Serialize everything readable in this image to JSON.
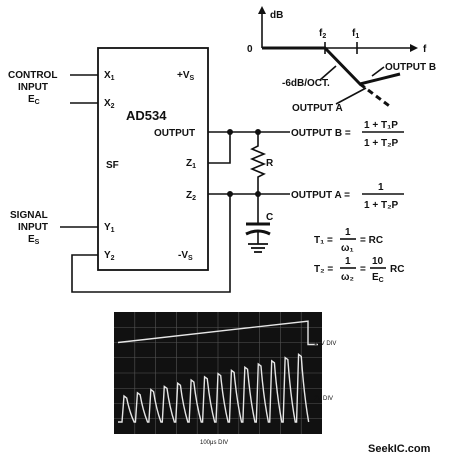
{
  "chip": {
    "name": "AD534",
    "pins": {
      "x1": "X",
      "x1_sub": "1",
      "x2": "X",
      "x2_sub": "2",
      "vs_pos": "+V",
      "vs_pos_sub": "S",
      "output": "OUTPUT",
      "sf": "SF",
      "z1": "Z",
      "z1_sub": "1",
      "z2": "Z",
      "z2_sub": "2",
      "y1": "Y",
      "y1_sub": "1",
      "y2": "Y",
      "y2_sub": "2",
      "vs_neg": "-V",
      "vs_neg_sub": "S"
    }
  },
  "inputs": {
    "control_line1": "CONTROL",
    "control_line2": "INPUT",
    "control_sym": "E",
    "control_sym_sub": "C",
    "signal_line1": "SIGNAL",
    "signal_line2": "INPUT",
    "signal_sym": "E",
    "signal_sym_sub": "S"
  },
  "components": {
    "resistor": "R",
    "capacitor": "C"
  },
  "outputs": {
    "b_label": "OUTPUT B =",
    "b_num": "1 + T₁P",
    "b_den": "1 + T₂P",
    "a_label": "OUTPUT A =",
    "a_num": "1",
    "a_den": "1 + T₂P"
  },
  "equations": {
    "t1_lhs": "T₁ =",
    "t1_num": "1",
    "t1_den": "ω₁",
    "t1_rhs": "= RC",
    "t2_lhs": "T₂ =",
    "t2_num": "1",
    "t2_den": "ω₂",
    "t2_mid": "=",
    "t2_num2": "10",
    "t2_den2": "E",
    "t2_den2_sub": "C",
    "t2_rhs": "RC"
  },
  "bode": {
    "y_axis": "dB",
    "zero": "0",
    "f2": "f",
    "f2_sub": "2",
    "f1": "f",
    "f1_sub": "1",
    "x_axis": "f",
    "slope": "-6dB/OCT.",
    "output_b": "OUTPUT B",
    "output_a": "OUTPUT A"
  },
  "scope": {
    "top_scale": "10V DIV",
    "bottom_scale": "2V DIV",
    "time_scale": "100μs DIV",
    "pulse_count": 14,
    "ramp_start_div": 0.2,
    "ramp_end_div": 1.6
  },
  "watermark": "SeekIC.com"
}
